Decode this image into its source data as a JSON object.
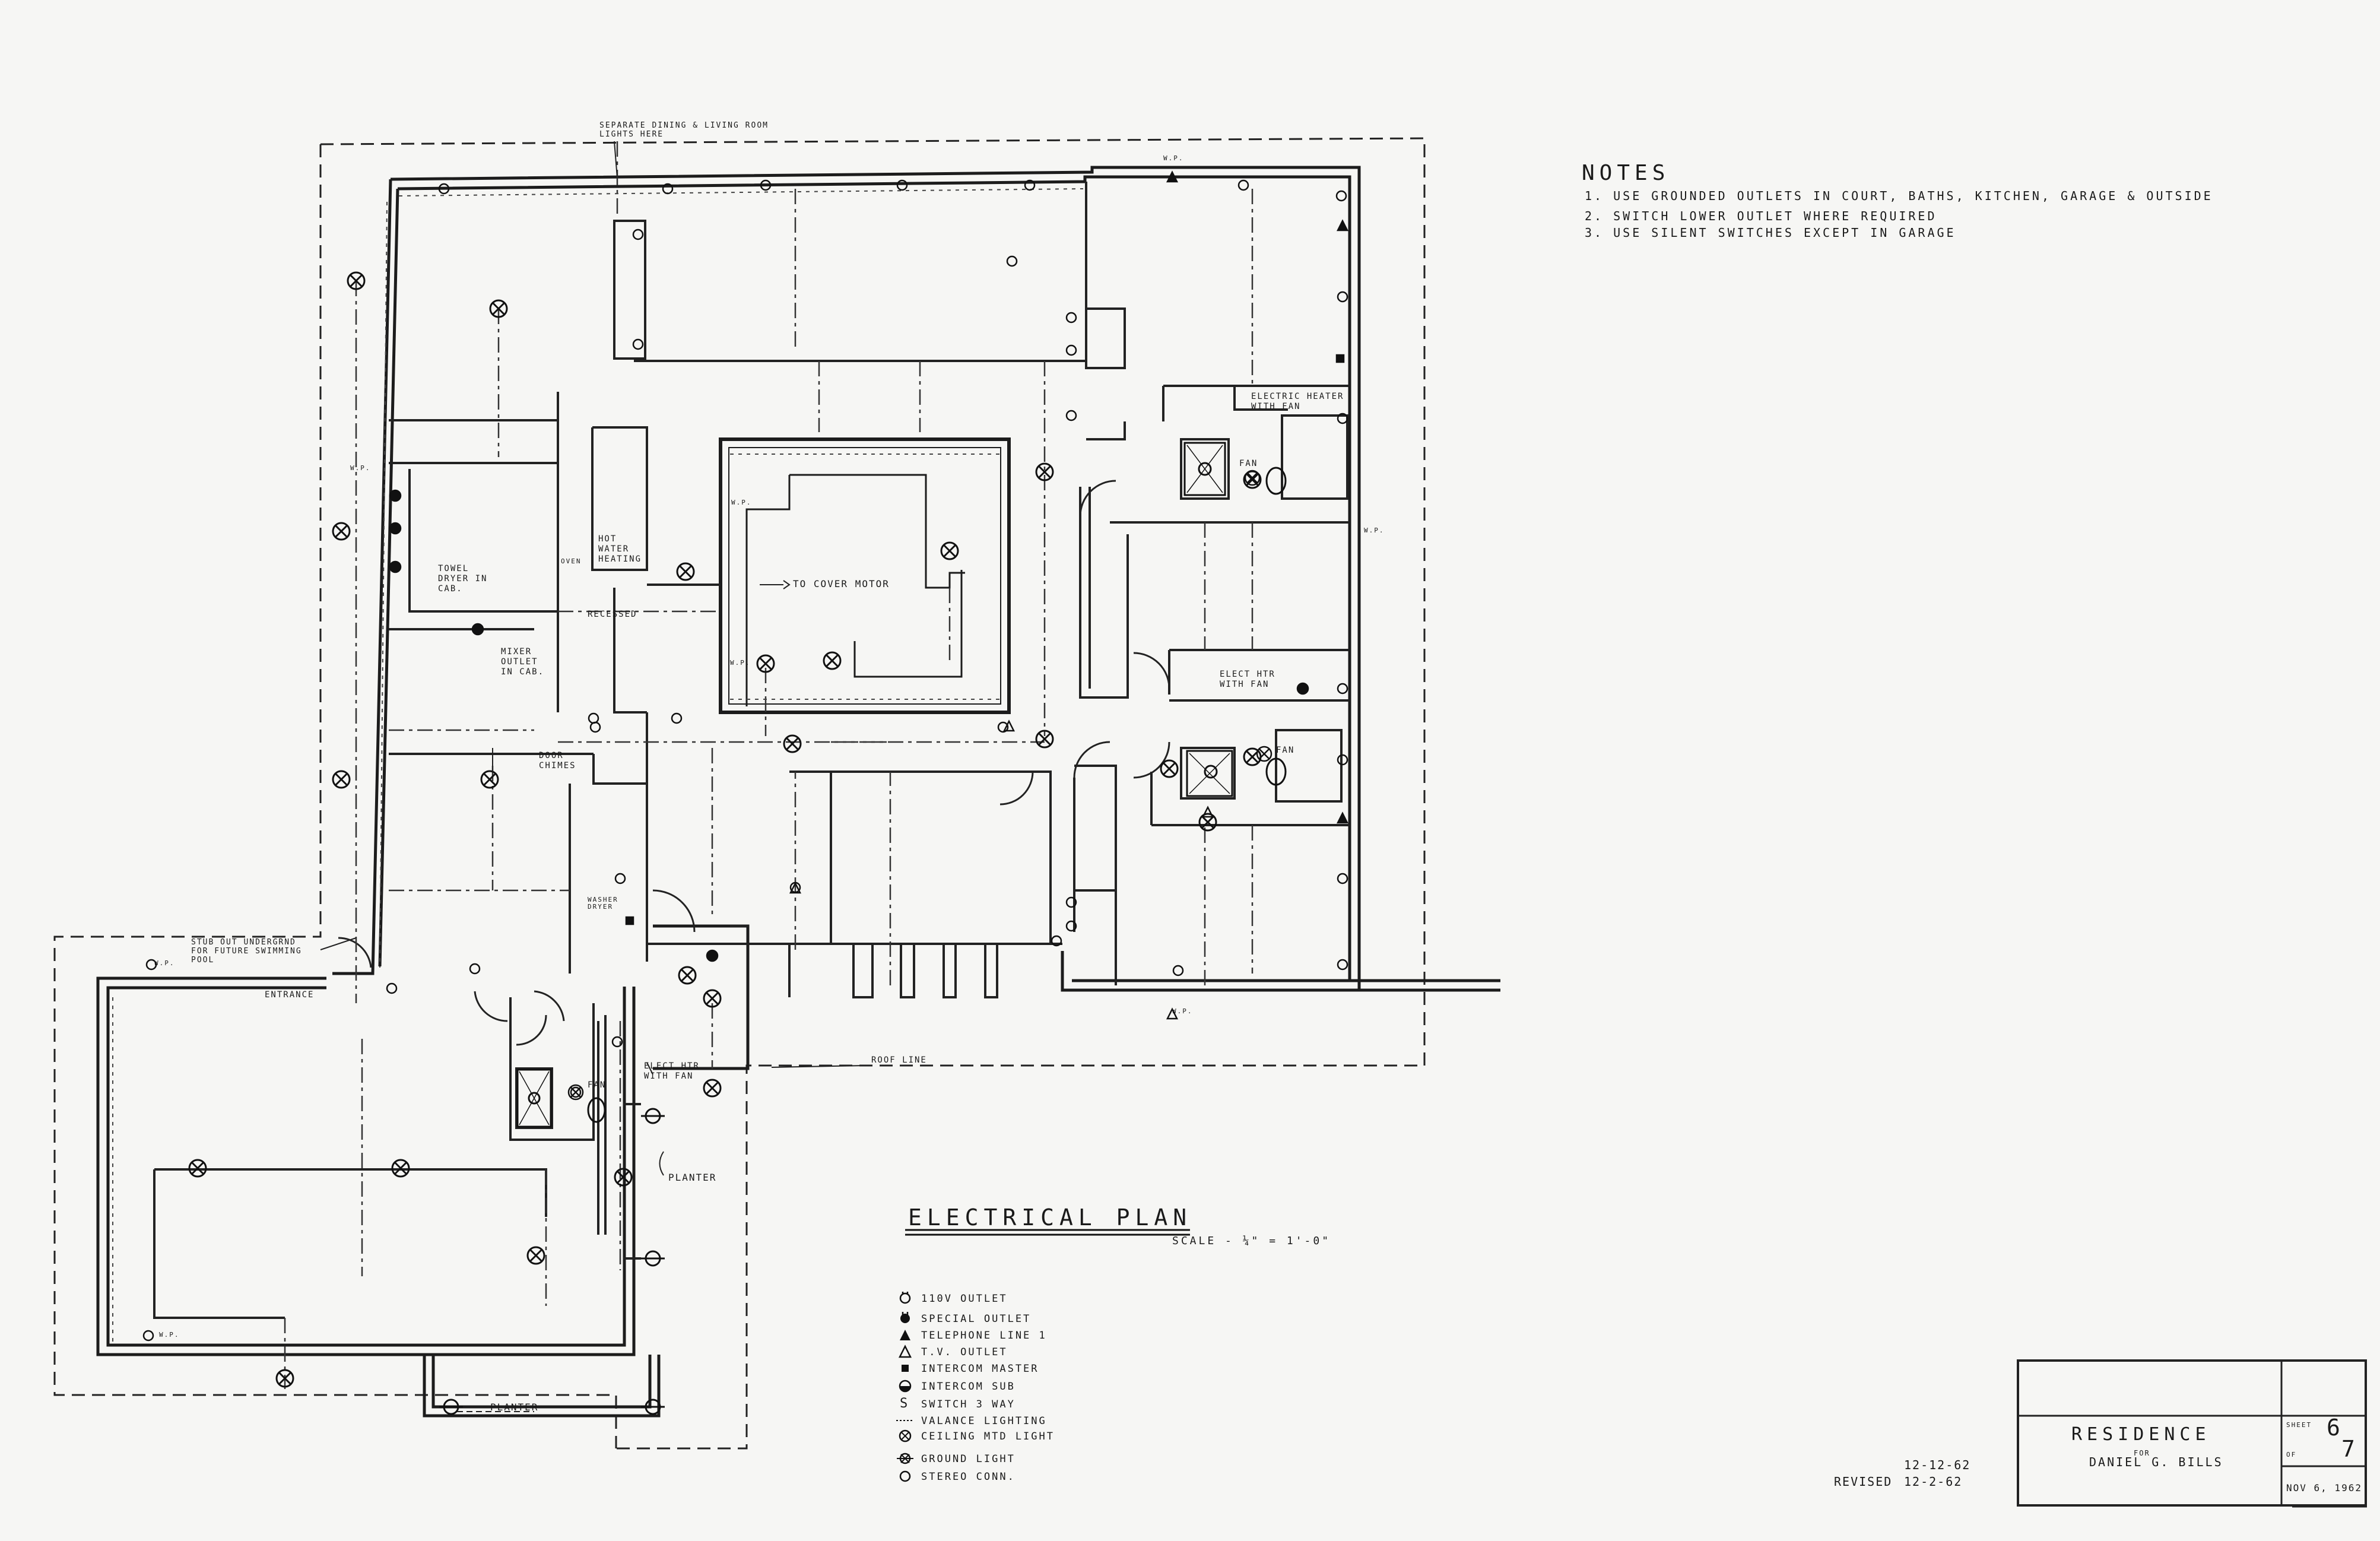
{
  "drawing": {
    "title": "ELECTRICAL PLAN",
    "scale": "SCALE - ¼\" = 1'-0\""
  },
  "notes": {
    "heading": "NOTES",
    "items": [
      "1. USE GROUNDED OUTLETS IN COURT, BATHS, KITCHEN, GARAGE & OUTSIDE",
      "2. SWITCH LOWER OUTLET WHERE REQUIRED",
      "3. USE SILENT SWITCHES EXCEPT IN GARAGE"
    ]
  },
  "legend": [
    {
      "symbol": "outlet-110v",
      "label": "110V OUTLET"
    },
    {
      "symbol": "special-outlet",
      "label": "SPECIAL OUTLET"
    },
    {
      "symbol": "telephone",
      "label": "TELEPHONE LINE 1"
    },
    {
      "symbol": "tv-outlet",
      "label": "T.V. OUTLET"
    },
    {
      "symbol": "intercom-master",
      "label": "INTERCOM MASTER"
    },
    {
      "symbol": "intercom-sub",
      "label": "INTERCOM SUB"
    },
    {
      "symbol": "switch-3way",
      "label": "SWITCH  3 WAY"
    },
    {
      "symbol": "valance",
      "label": "VALANCE LIGHTING"
    },
    {
      "symbol": "ceiling-light",
      "label": "CEILING MTD LIGHT"
    },
    {
      "symbol": "ground-light",
      "label": "GROUND LIGHT"
    },
    {
      "symbol": "stereo",
      "label": "STEREO CONN."
    }
  ],
  "legend_switch_glyph": "S",
  "annotations": {
    "separate_lights": "SEPARATE DINING & LIVING ROOM LIGHTS HERE",
    "electric_heater_fan": "ELECTRIC HEATER WITH FAN",
    "fan_a": "FAN",
    "fan_b": "FAN",
    "fan_c": "FAN",
    "hot_water": "HOT WATER HEATING",
    "to_cover_motor": "TO COVER MOTOR",
    "towel_dryer": "TOWEL DRYER IN CAB.",
    "recessed": "RECESSED",
    "mixer_outlet": "MIXER OUTLET IN CAB.",
    "elect_htr_1": "ELECT HTR WITH FAN",
    "elect_htr_2": "ELECT HTR WITH FAN",
    "door_chimes": "DOOR CHIMES",
    "stub_out": "STUB OUT UNDERGRND FOR FUTURE SWIMMING POOL",
    "entrance": "ENTRANCE",
    "roof_line": "ROOF LINE",
    "planter_1": "PLANTER",
    "planter_2": "PLANTER",
    "washer_dryer": "WASHER DRYER",
    "oven": "OVEN",
    "wp_1": "W.P.",
    "wp_2": "W.P.",
    "wp_3": "W.P.",
    "wp_4": "W.P.",
    "wp_5": "W.P.",
    "wp_6": "W.P.",
    "wp_7": "W.P.",
    "wp_8": "W.P."
  },
  "revisions": {
    "date_1": "12-12-62",
    "revised_label": "REVISED",
    "date_2": "12-2-62"
  },
  "title_block": {
    "project": "RESIDENCE",
    "for_label": "FOR",
    "client": "DANIEL G. BILLS",
    "sheet_label": "SHEET",
    "sheet_number": "6",
    "of_label": "OF",
    "sheet_total": "7",
    "date": "NOV 6, 1962"
  }
}
